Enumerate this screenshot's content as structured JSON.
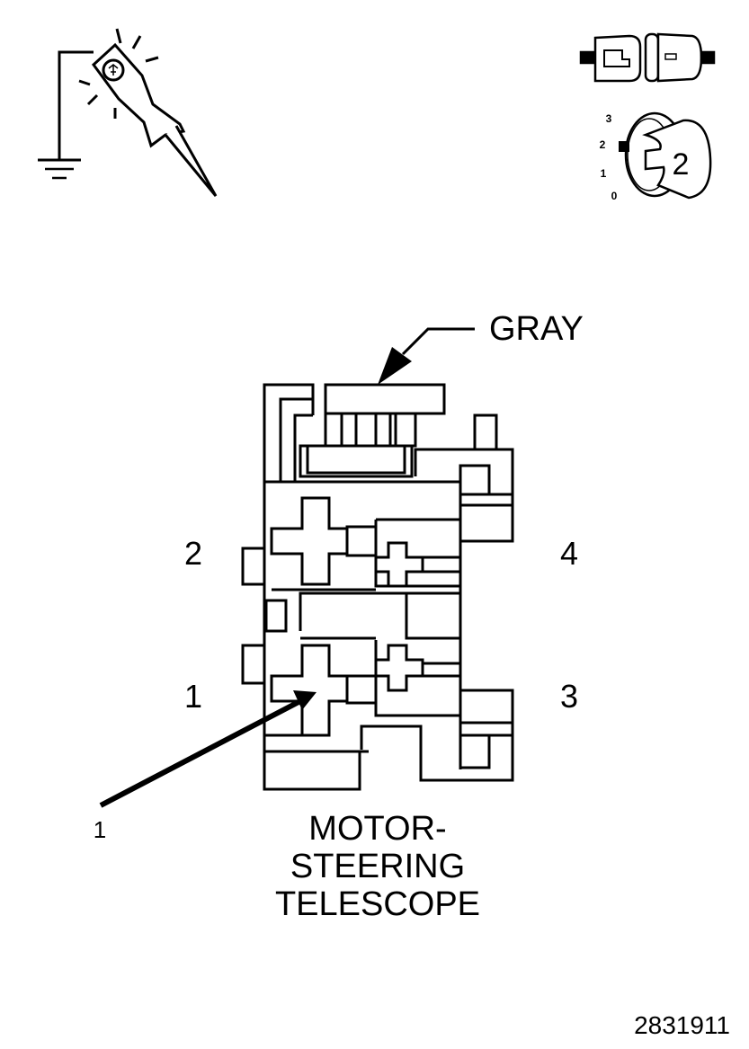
{
  "icons": {
    "probe": "test-light-probe-icon",
    "ground": "ground-symbol-icon",
    "connector": "connector-disconnected-icon",
    "ignition": "ignition-key-icon"
  },
  "ignition": {
    "positions": [
      "3",
      "2",
      "1",
      "0"
    ],
    "key_label": "2"
  },
  "connector": {
    "color_label": "GRAY",
    "pins": {
      "p1": "1",
      "p2": "2",
      "p3": "3",
      "p4": "4"
    }
  },
  "callout": {
    "label": "1"
  },
  "component": {
    "line1": "MOTOR-",
    "line2": "STEERING",
    "line3": "TELESCOPE"
  },
  "figure_id": "2831911"
}
